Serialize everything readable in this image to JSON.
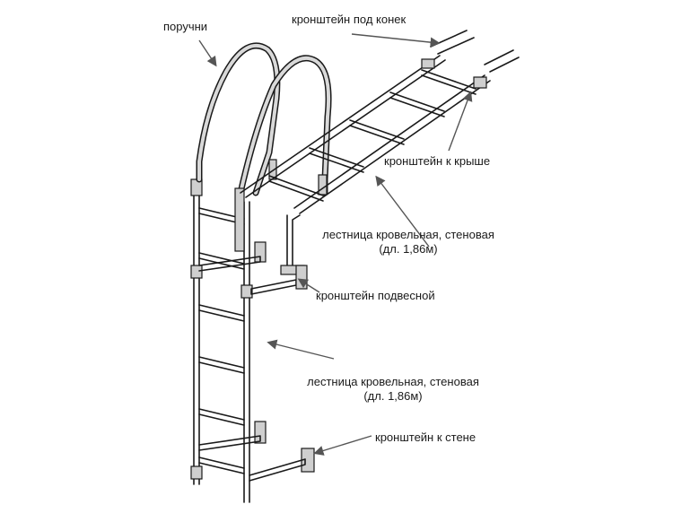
{
  "labels": {
    "handrails": "поручни",
    "ridge_bracket": "кронштейн под конек",
    "roof_bracket": "кронштейн к крыше",
    "roof_ladder_line1": "лестница кровельная, стеновая",
    "roof_ladder_line2": "(дл. 1,86м)",
    "hanging_bracket": "кронштейн подвесной",
    "wall_ladder_line1": "лестница кровельная, стеновая",
    "wall_ladder_line2": "(дл. 1,86м)",
    "wall_bracket": "кронштейн к стене"
  },
  "colors": {
    "line": "#1a1a1a",
    "plate_fill": "#cfcfcf",
    "arrow": "#555555"
  }
}
